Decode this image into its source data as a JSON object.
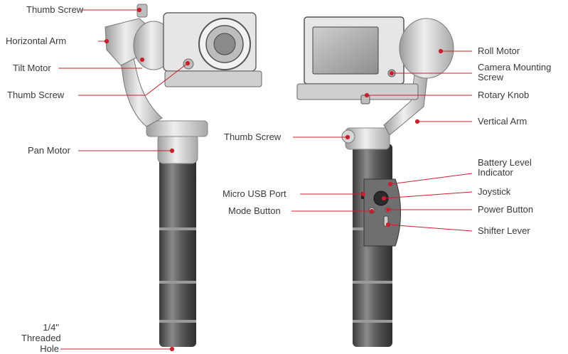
{
  "colors": {
    "leader": "#c8202f",
    "body": "#d4d4d4",
    "dark": "#4a4a4a"
  },
  "labels": {
    "thumb_screw_top": "Thumb Screw",
    "horizontal_arm": "Horizontal Arm",
    "tilt_motor": "Tilt Motor",
    "thumb_screw_mid": "Thumb Screw",
    "pan_motor": "Pan Motor",
    "threaded_hole_1": "1/4\"",
    "threaded_hole_2": "Threaded",
    "threaded_hole_3": "Hole",
    "roll_motor": "Roll Motor",
    "camera_mounting_1": "Camera Mounting",
    "camera_mounting_2": "Screw",
    "rotary_knob": "Rotary Knob",
    "vertical_arm": "Vertical Arm",
    "thumb_screw_right": "Thumb Screw",
    "battery_level_1": "Battery Level",
    "battery_level_2": "Indicator",
    "micro_usb_port": "Micro USB Port",
    "joystick": "Joystick",
    "mode_button": "Mode Button",
    "power_button": "Power Button",
    "shifter_lever": "Shifter Lever"
  }
}
